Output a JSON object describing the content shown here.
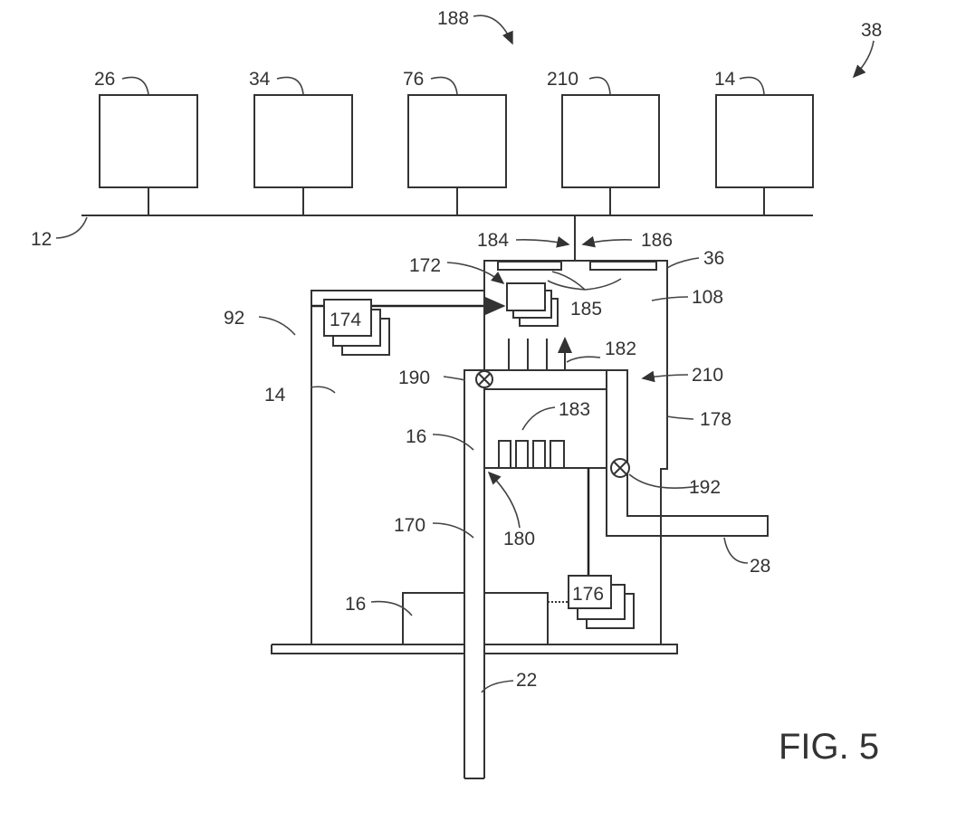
{
  "figure_label": "FIG. 5",
  "labels": {
    "l188": "188",
    "l38": "38",
    "l26": "26",
    "l34": "34",
    "l76": "76",
    "l210a": "210",
    "l14a": "14",
    "l12": "12",
    "l184": "184",
    "l186": "186",
    "l36": "36",
    "l172": "172",
    "l185": "185",
    "l108": "108",
    "l92": "92",
    "l174": "174",
    "l182": "182",
    "l190": "190",
    "l210b": "210",
    "l14b": "14",
    "l183": "183",
    "l178": "178",
    "l16a": "16",
    "l192": "192",
    "l170": "170",
    "l180": "180",
    "l28": "28",
    "l176": "176",
    "l16b": "16",
    "l22": "22"
  }
}
